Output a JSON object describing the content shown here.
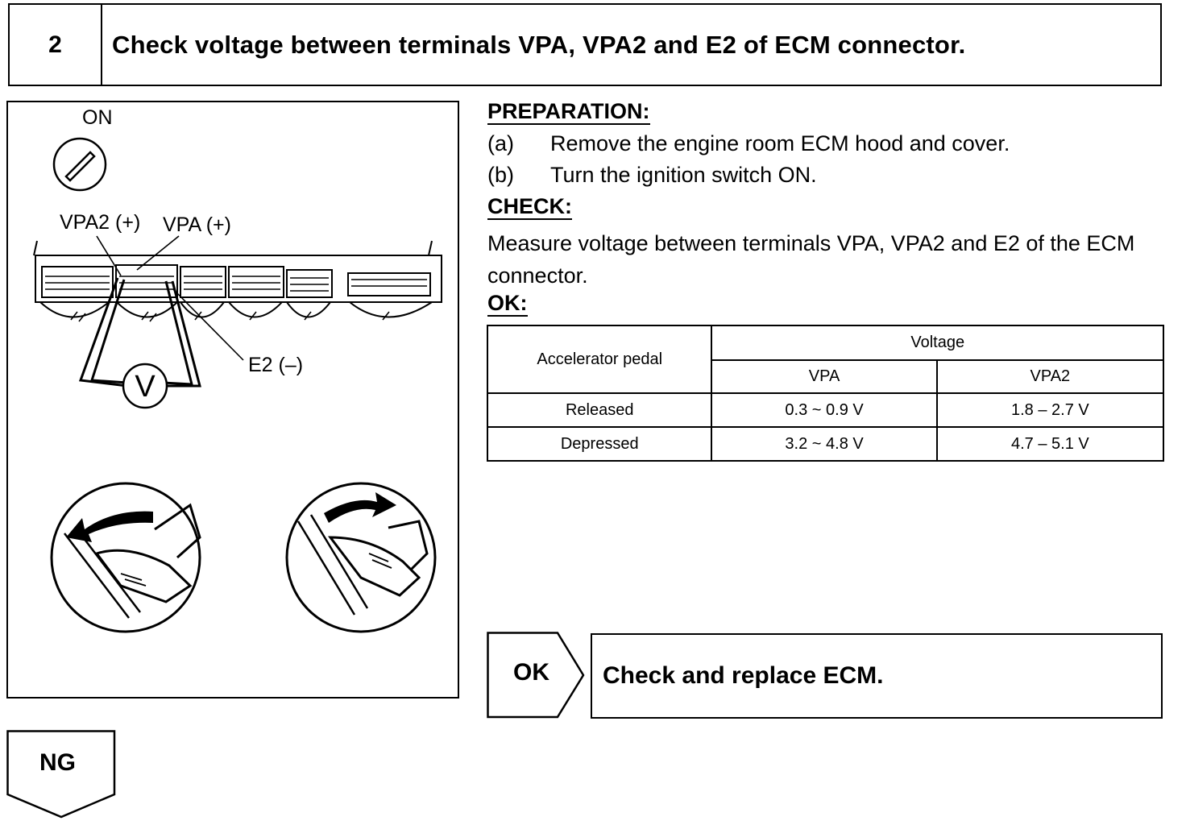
{
  "step": {
    "number": "2",
    "title": "Check voltage between terminals VPA, VPA2 and E2 of ECM connector."
  },
  "figure": {
    "switch_label": "ON",
    "vpa2_label": "VPA2 (+)",
    "vpa_label": "VPA (+)",
    "e2_label": "E2 (–)",
    "meter_symbol": "V"
  },
  "preparation": {
    "heading": "PREPARATION:",
    "steps": [
      {
        "mark": "(a)",
        "text": "Remove the engine room ECM hood and cover."
      },
      {
        "mark": "(b)",
        "text": "Turn the ignition switch ON."
      }
    ]
  },
  "check": {
    "heading": "CHECK:",
    "text": "Measure voltage between terminals VPA, VPA2 and E2 of the ECM connector."
  },
  "ok_spec": {
    "heading": "OK:",
    "table": {
      "col_pedal": "Accelerator pedal",
      "col_voltage": "Voltage",
      "sub_vpa": "VPA",
      "sub_vpa2": "VPA2",
      "rows": [
        {
          "pedal": "Released",
          "vpa": "0.3 ~ 0.9 V",
          "vpa2": "1.8 – 2.7 V"
        },
        {
          "pedal": "Depressed",
          "vpa": "3.2 ~ 4.8 V",
          "vpa2": "4.7 – 5.1 V"
        }
      ]
    }
  },
  "result_ok": {
    "label": "OK",
    "action": "Check and replace ECM."
  },
  "result_ng": {
    "label": "NG"
  }
}
